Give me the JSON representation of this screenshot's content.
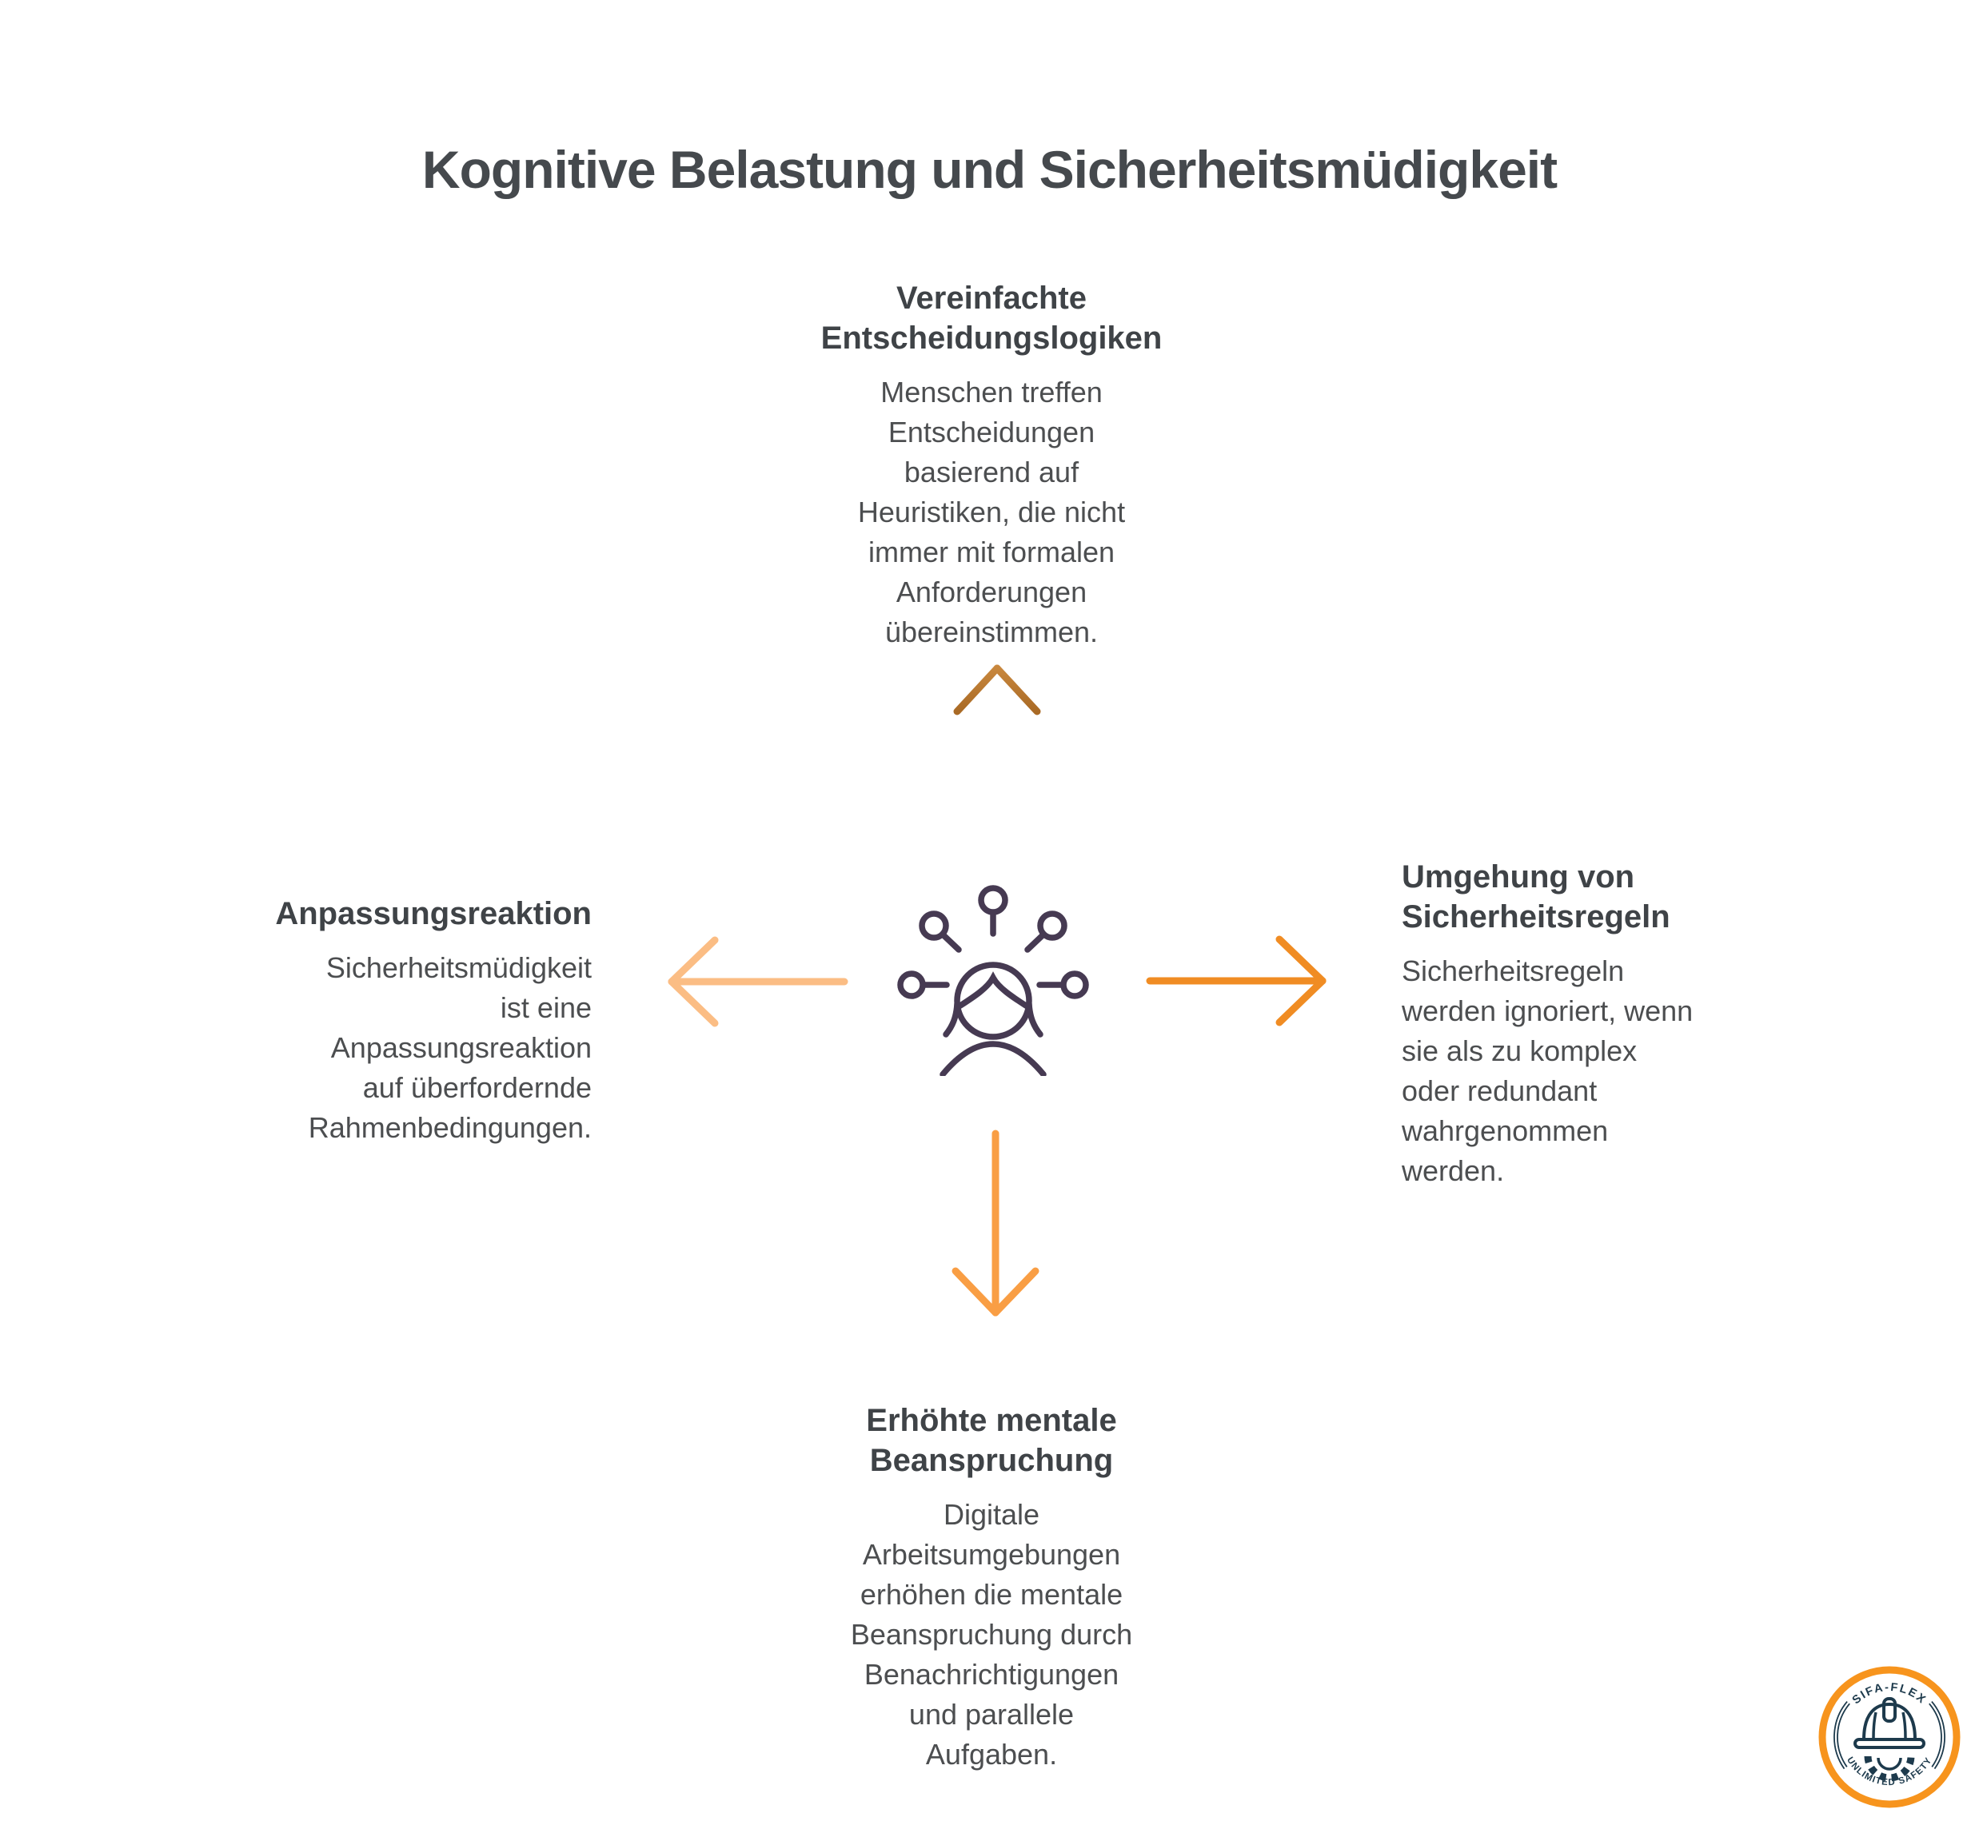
{
  "title": "Kognitive Belastung und Sicherheitsmüdigkeit",
  "nodes": {
    "top": {
      "heading_lines": [
        "Vereinfachte",
        "Entscheidungslogiken"
      ],
      "body_lines": [
        "Menschen treffen",
        "Entscheidungen",
        "basierend auf",
        "Heuristiken, die nicht",
        "immer mit formalen",
        "Anforderungen",
        "übereinstimmen."
      ]
    },
    "right": {
      "heading_lines": [
        "Umgehung von",
        "Sicherheitsregeln"
      ],
      "body_lines": [
        "Sicherheitsregeln",
        "werden ignoriert, wenn",
        "sie als zu komplex",
        "oder redundant",
        "wahrgenommen",
        "werden."
      ]
    },
    "bottom": {
      "heading_lines": [
        "Erhöhte mentale",
        "Beanspruchung"
      ],
      "body_lines": [
        "Digitale",
        "Arbeitsumgebungen",
        "erhöhen die mentale",
        "Beanspruchung durch",
        "Benachrichtigungen",
        "und parallele",
        "Aufgaben."
      ]
    },
    "left": {
      "heading_lines": [
        "Anpassungsreaktion"
      ],
      "body_lines": [
        "Sicherheitsmüdigkeit",
        "ist eine",
        "Anpassungsreaktion",
        "auf überfordernde",
        "Rahmenbedingungen."
      ]
    }
  },
  "badge": {
    "arc_top_text": "SIFA-FLEX",
    "arc_bottom_text": "UNLIMITED SAFETY"
  },
  "icons": {
    "center": "overwhelmed-person-icon",
    "badge_center": "helmet-gear-icon"
  },
  "colors": {
    "arrow_up_dark": "#a96a25",
    "arrow_up_light": "#c8873d",
    "arrow_right": "#f08c23",
    "arrow_down": "#f99e44",
    "arrow_left": "#fbbd84",
    "person_icon": "#463a52",
    "badge_ring": "#f7941d",
    "badge_ink": "#1d3a4c",
    "heading_text": "#3f4347",
    "body_text": "#4c4e50",
    "title_text": "#45494d"
  }
}
